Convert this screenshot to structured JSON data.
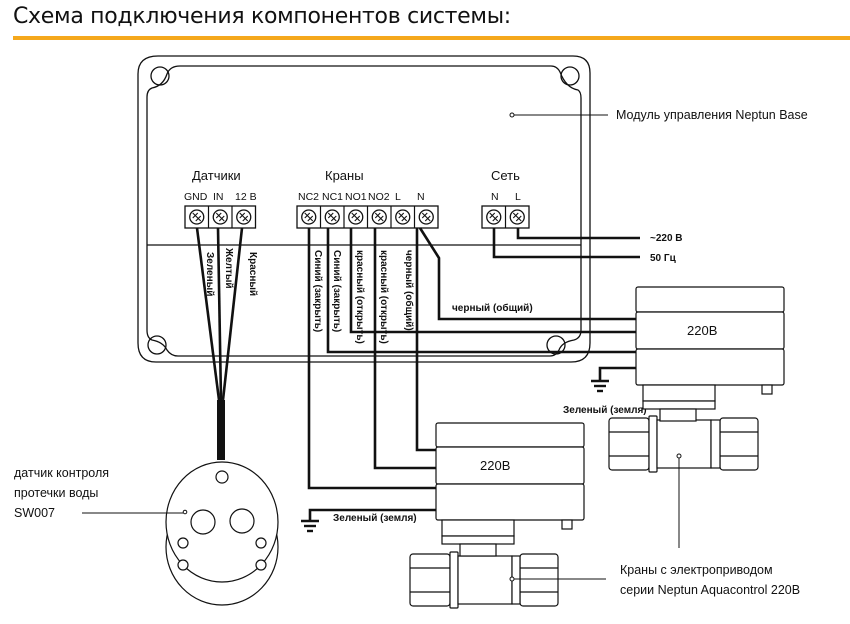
{
  "header": {
    "title": "Схема подключения компонентов системы:",
    "accent_color": "#f5a81c"
  },
  "module": {
    "label": "Модуль управления Neptun Base",
    "groups": {
      "sensors": {
        "title": "Датчики",
        "pins": [
          "GND",
          "IN",
          "12 В"
        ]
      },
      "valves": {
        "title": "Краны",
        "pins": [
          "NC2",
          "NC1",
          "NO1",
          "NO2",
          "L",
          "N"
        ]
      },
      "network": {
        "title": "Сеть",
        "pins": [
          "N",
          "L"
        ]
      }
    }
  },
  "wires": {
    "sensor": [
      "Зеленый",
      "Желтый",
      "Красный"
    ],
    "valves": [
      "Синий (закрыть)",
      "Синий (закрыть)",
      "красный (открыть)",
      "красный (открыть)",
      "черный (общий)"
    ],
    "common_label": "черный (общий)",
    "mains": [
      "~220 В",
      "50 Гц"
    ],
    "ground_label": "Зеленый (земля)"
  },
  "actuators": [
    {
      "voltage": "220В"
    },
    {
      "voltage": "220В"
    }
  ],
  "sensor_device": {
    "label_lines": [
      "датчик контроля",
      "протечки воды",
      "SW007"
    ]
  },
  "valves_label": {
    "lines": [
      "Краны с электроприводом",
      "серии Neptun Aquacontrol 220В"
    ]
  }
}
